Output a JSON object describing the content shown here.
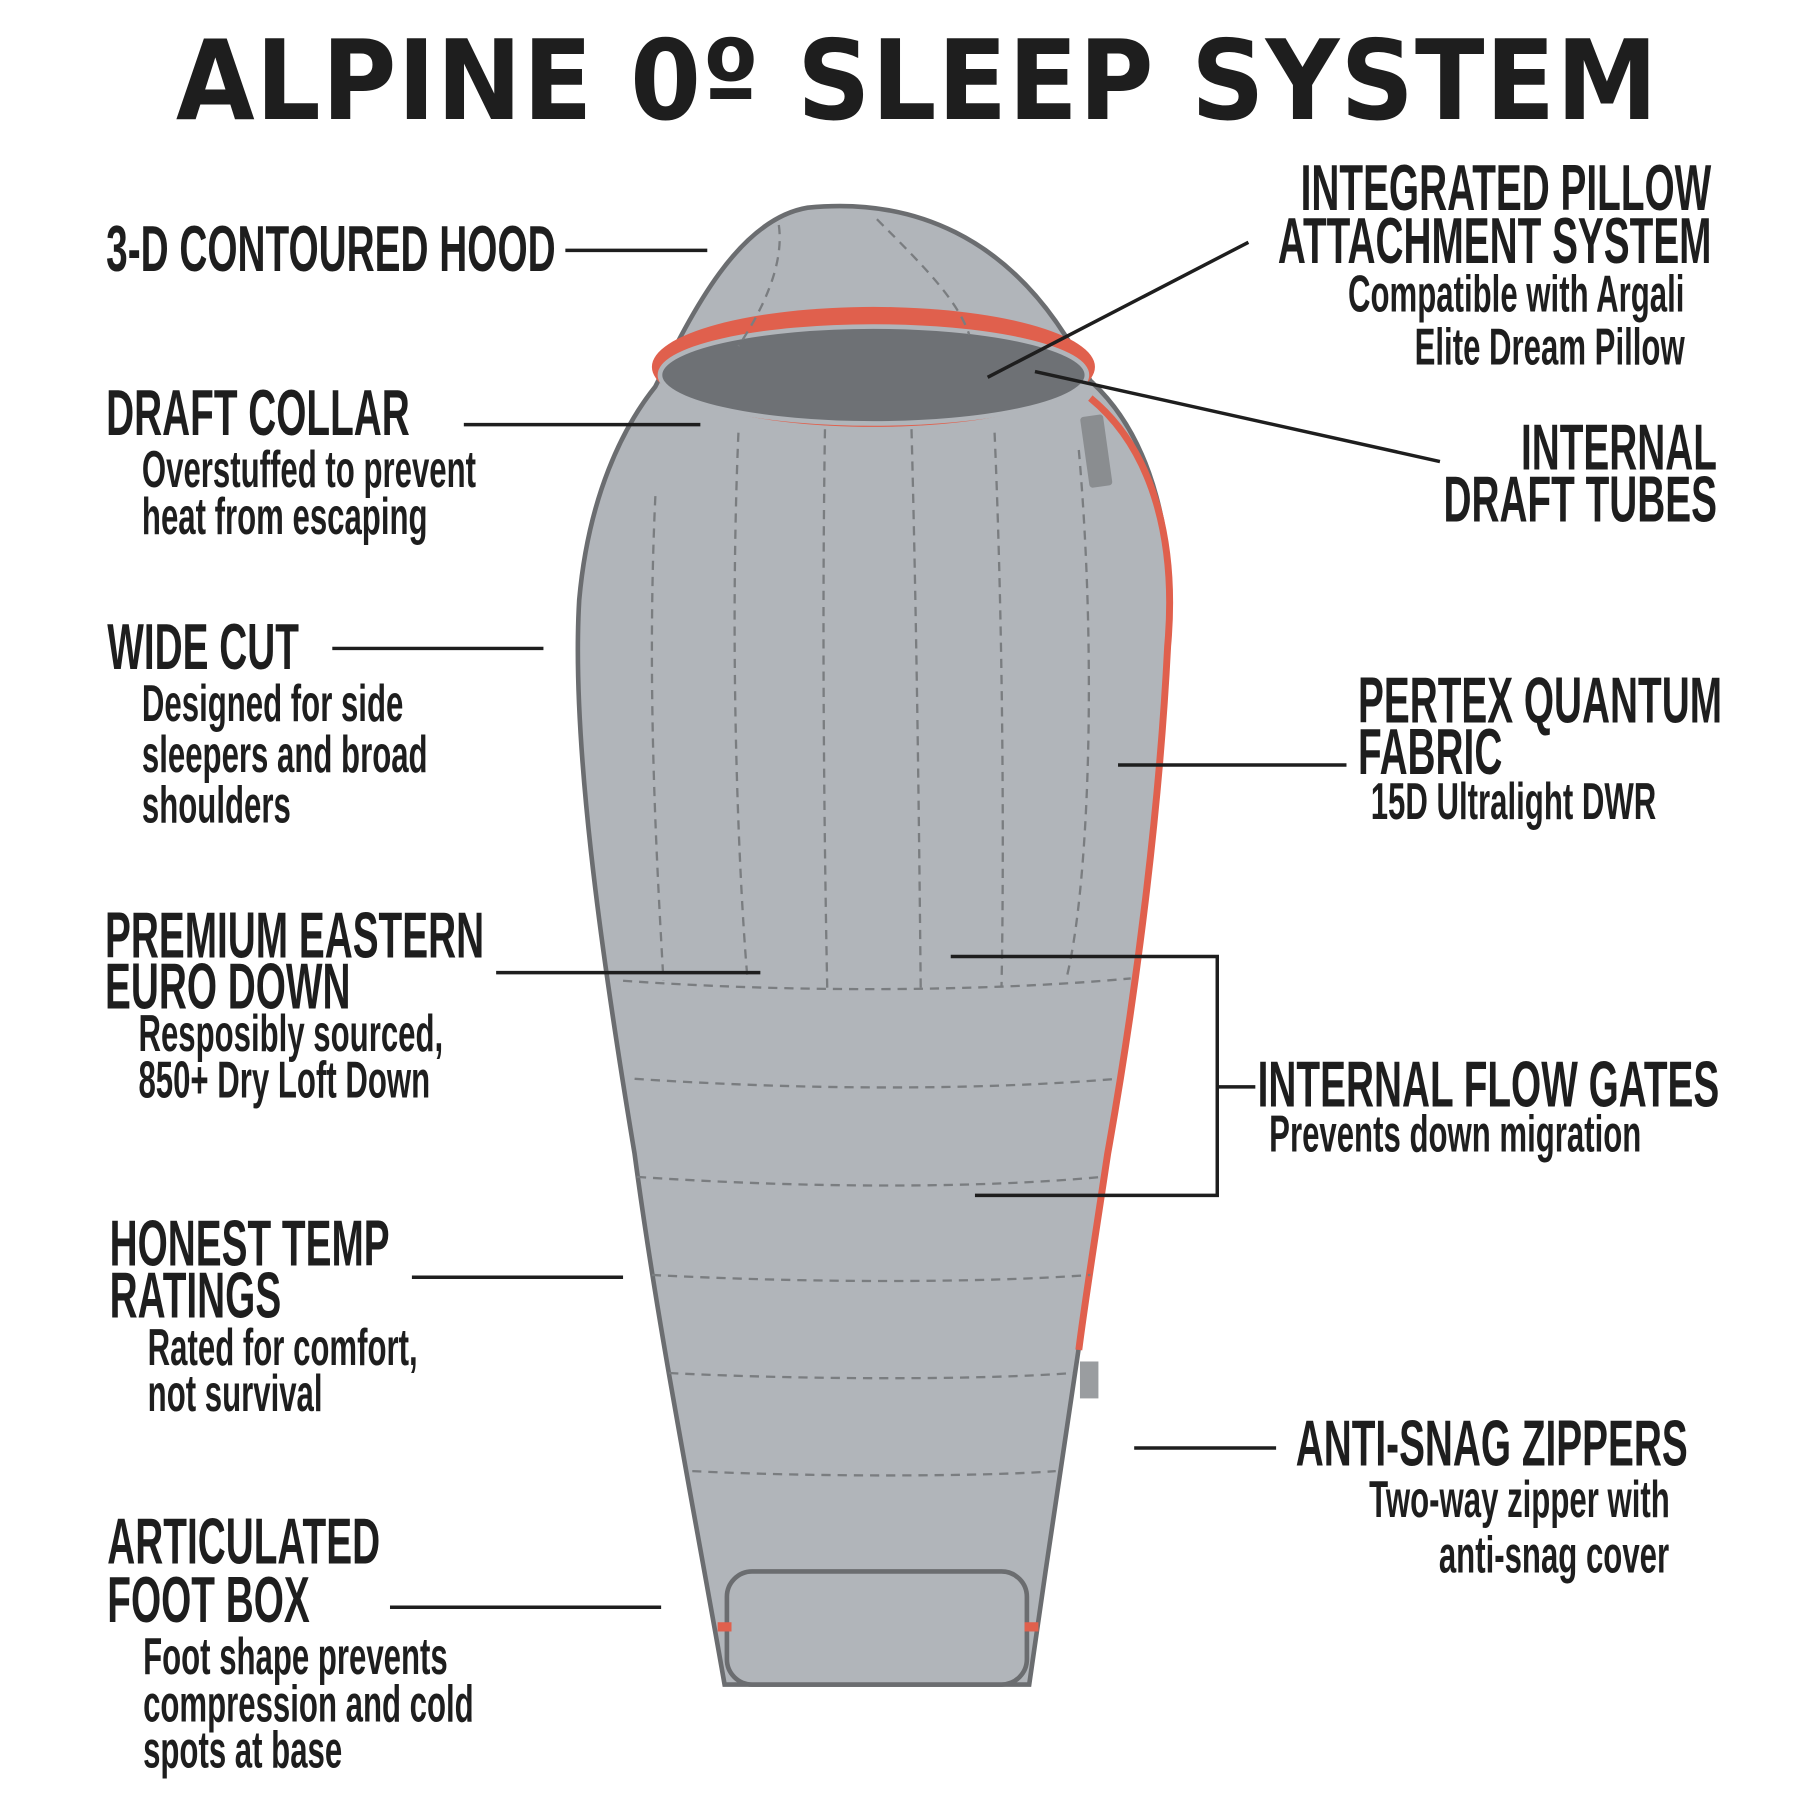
{
  "title": "ALPINE 0º SLEEP SYSTEM",
  "colors": {
    "bag_fill": "#b1b5ba",
    "bag_outline": "#6b6d70",
    "zipper": "#e0604d",
    "opening": "#6e7175",
    "text": "#1e1e1e"
  },
  "left_features": [
    {
      "heading": [
        "3-D CONTOURED HOOD"
      ],
      "desc": []
    },
    {
      "heading": [
        "DRAFT COLLAR"
      ],
      "desc": [
        "Overstuffed to prevent",
        "heat from escaping"
      ]
    },
    {
      "heading": [
        "WIDE CUT"
      ],
      "desc": [
        "Designed for side",
        "sleepers and broad",
        "shoulders"
      ]
    },
    {
      "heading": [
        "PREMIUM EASTERN",
        "EURO DOWN"
      ],
      "desc": [
        "Resposibly sourced,",
        "850+ Dry Loft Down"
      ]
    },
    {
      "heading": [
        "HONEST TEMP",
        "RATINGS"
      ],
      "desc": [
        "Rated for comfort,",
        "not survival"
      ]
    },
    {
      "heading": [
        "ARTICULATED",
        "FOOT BOX"
      ],
      "desc": [
        "Foot shape prevents",
        "compression and cold",
        "spots at base"
      ]
    }
  ],
  "right_features": [
    {
      "heading": [
        "INTEGRATED PILLOW",
        "ATTACHMENT SYSTEM"
      ],
      "desc": [
        "Compatible with Argali",
        "Elite Dream Pillow"
      ]
    },
    {
      "heading": [
        "INTERNAL",
        "DRAFT TUBES"
      ],
      "desc": []
    },
    {
      "heading": [
        "PERTEX QUANTUM",
        "FABRIC"
      ],
      "desc": [
        "15D Ultralight DWR"
      ]
    },
    {
      "heading": [
        "INTERNAL FLOW GATES"
      ],
      "desc": [
        "Prevents down migration"
      ]
    },
    {
      "heading": [
        "ANTI-SNAG ZIPPERS"
      ],
      "desc": [
        "Two-way  zipper with",
        "anti-snag cover"
      ]
    }
  ]
}
